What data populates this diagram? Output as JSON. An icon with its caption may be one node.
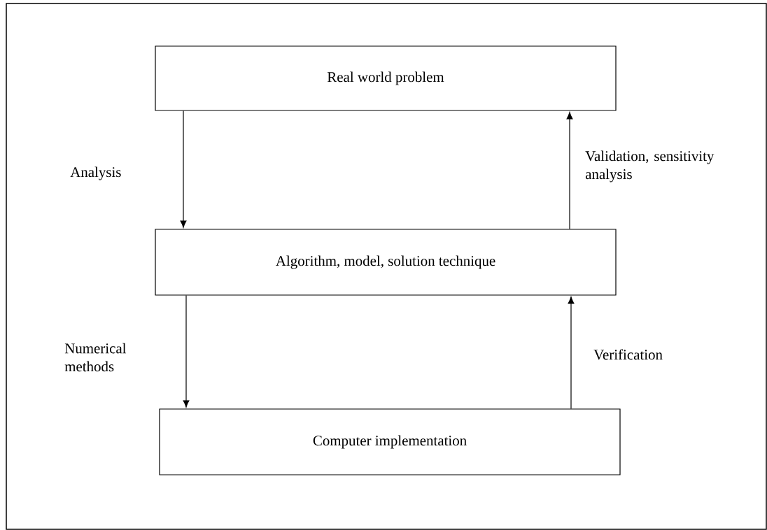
{
  "diagram": {
    "nodes": [
      {
        "text": [
          "Real world problem"
        ]
      },
      {
        "text": [
          "Algorithm, model, solution technique"
        ]
      },
      {
        "text": [
          "Computer implementation"
        ]
      }
    ],
    "edges": [
      {
        "from": 0,
        "to": 1,
        "arrow": "to",
        "label": "Analysis"
      },
      {
        "from": 1,
        "to": 0,
        "arrow": "to",
        "label": "Validation, sensitivity analysis"
      },
      {
        "from": 1,
        "to": 2,
        "arrow": "to",
        "label": "Numerical methods"
      },
      {
        "from": 2,
        "to": 1,
        "arrow": "to",
        "label": "Verification"
      }
    ]
  }
}
